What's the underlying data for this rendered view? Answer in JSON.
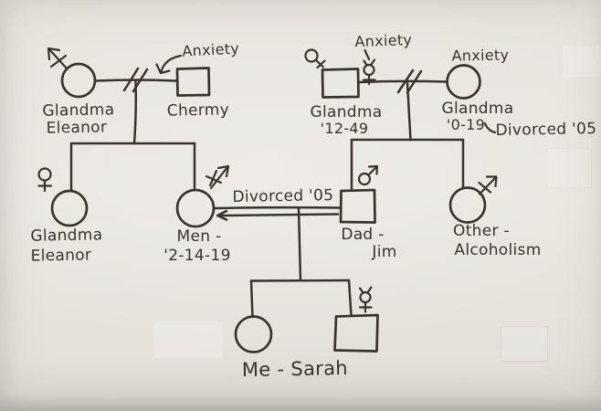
{
  "paper": {
    "background": "#eae7e1",
    "ink": "#3a332c"
  },
  "genogram": {
    "generation1_left": {
      "mother": {
        "line1": "Glandma",
        "line2": "Eleanor",
        "shape": "circle"
      },
      "father": {
        "line1": "Chermy",
        "shape": "square"
      },
      "father_annotation": "Anxiety",
      "union": "separated-double-slash"
    },
    "generation1_right": {
      "father": {
        "line1": "Glandma",
        "line2": "'12-49",
        "shape": "square"
      },
      "father_annotation": "Anxiety",
      "mother": {
        "line1": "Glandma",
        "line2": "'0-19",
        "shape": "circle"
      },
      "mother_annotation": "Anxiety",
      "divorce_note": "Divorced '05",
      "union": "separated-double-slash"
    },
    "generation2": {
      "aunt": {
        "line1": "Glandma",
        "line2": "Eleanor",
        "shape": "circle"
      },
      "mom": {
        "line1": "Men -",
        "line2": "'2-14-19",
        "shape": "circle"
      },
      "divorce_note": "Divorced '05",
      "dad": {
        "line1": "Dad -",
        "line2": "Jim",
        "shape": "square"
      },
      "other": {
        "line1": "Other -",
        "line2": "Alcoholism",
        "shape": "circle"
      }
    },
    "generation3": {
      "me": {
        "line1": "Me - Sarah",
        "shape": "circle"
      },
      "sibling": {
        "shape": "square"
      }
    }
  },
  "symbols": {
    "top_left_mother": "crossed-arrow-up-left",
    "aunt": "female-symbol",
    "mom": "crossed-arrow-up-right",
    "grandfather_right_side": "tilted-female-symbol",
    "grandfather_right": "mercury-symbol",
    "dad": "male-symbol",
    "other": "crossed-male-symbol",
    "sibling": "mercury-symbol",
    "divorce_mid": "left-arrow-double-line",
    "anxiety_left": "curved-arrow"
  }
}
